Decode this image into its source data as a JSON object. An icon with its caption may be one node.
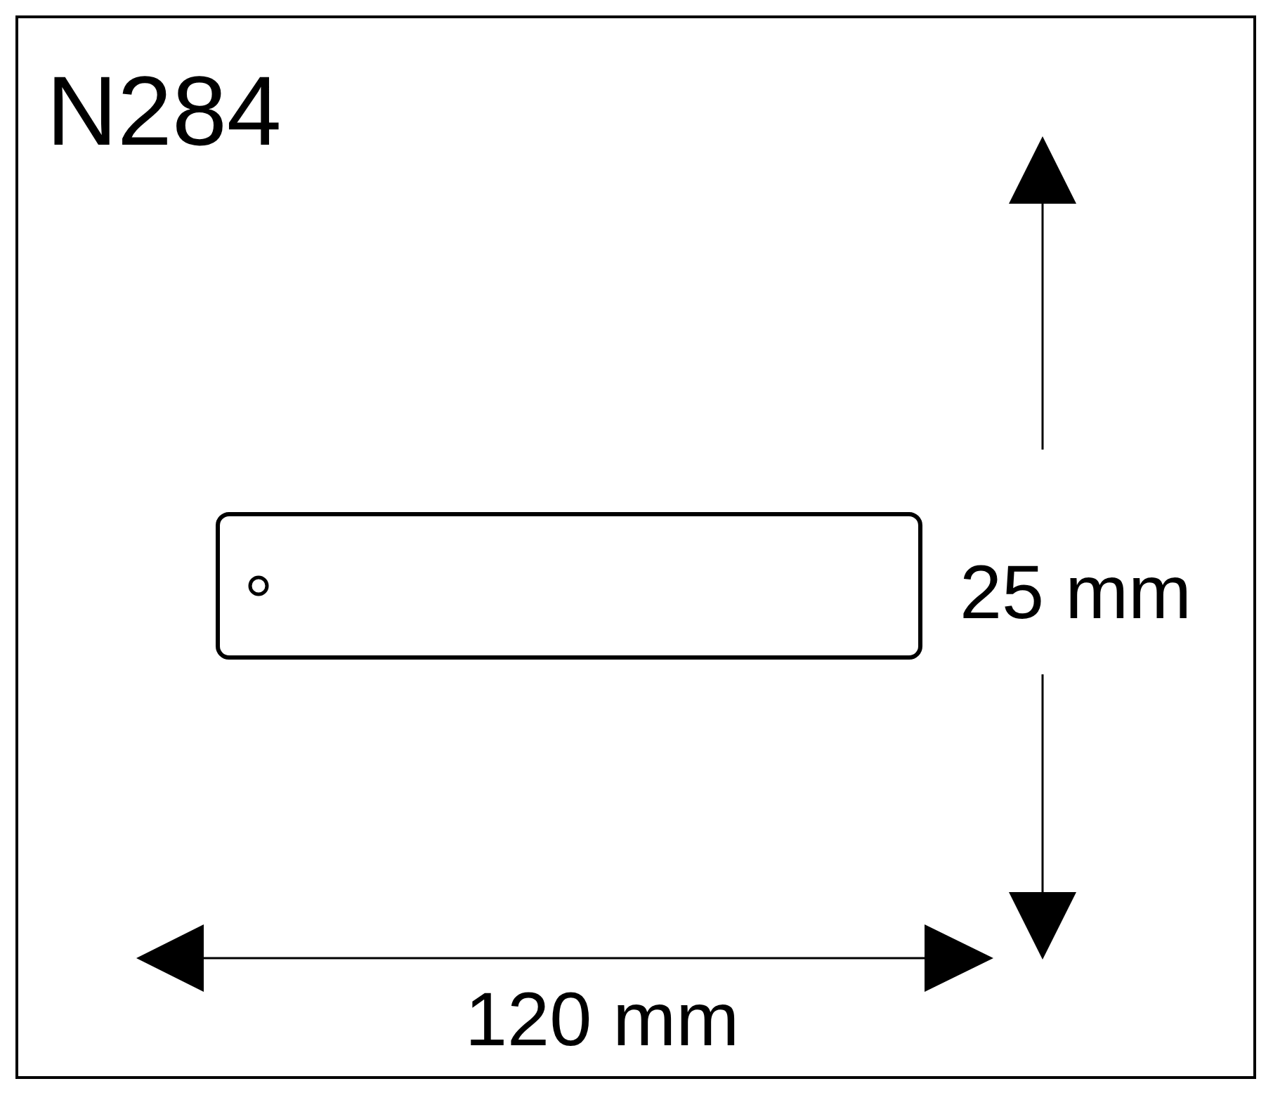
{
  "diagram": {
    "title": "N284",
    "labels": [
      "25 mm",
      "120 mm"
    ]
  }
}
